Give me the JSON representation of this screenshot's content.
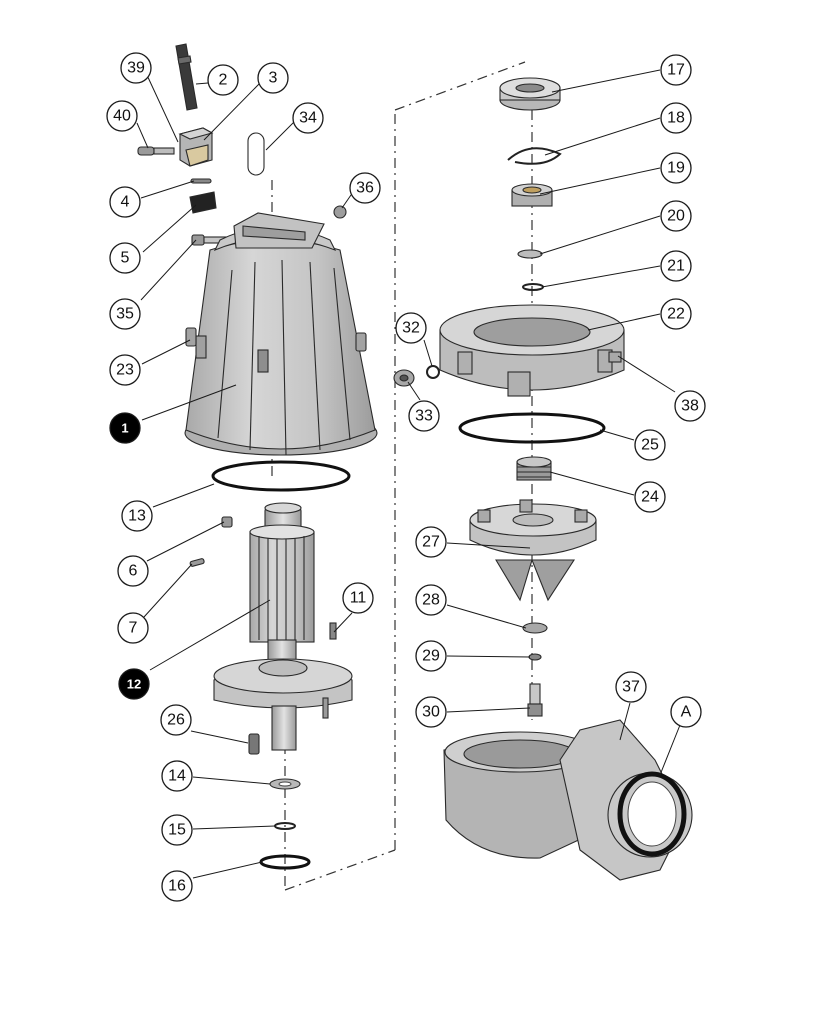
{
  "diagram": {
    "type": "exploded-parts-view",
    "colors": {
      "part_light": "#d4d4d4",
      "part_mid": "#b8b8b8",
      "part_dark": "#8a8a8a",
      "outline": "#2a2a2a",
      "callout_dark_fill": "#000000"
    },
    "callouts": [
      {
        "id": "c39",
        "label": "39",
        "style": "light"
      },
      {
        "id": "c2",
        "label": "2",
        "style": "light"
      },
      {
        "id": "c3",
        "label": "3",
        "style": "light"
      },
      {
        "id": "c40",
        "label": "40",
        "style": "light"
      },
      {
        "id": "c34",
        "label": "34",
        "style": "light"
      },
      {
        "id": "c4",
        "label": "4",
        "style": "light"
      },
      {
        "id": "c36",
        "label": "36",
        "style": "light"
      },
      {
        "id": "c5",
        "label": "5",
        "style": "light"
      },
      {
        "id": "c35",
        "label": "35",
        "style": "light"
      },
      {
        "id": "c23",
        "label": "23",
        "style": "light"
      },
      {
        "id": "c1",
        "label": "1",
        "style": "dark"
      },
      {
        "id": "c13",
        "label": "13",
        "style": "light"
      },
      {
        "id": "c6",
        "label": "6",
        "style": "light"
      },
      {
        "id": "c7",
        "label": "7",
        "style": "light"
      },
      {
        "id": "c11",
        "label": "11",
        "style": "light"
      },
      {
        "id": "c12",
        "label": "12",
        "style": "dark"
      },
      {
        "id": "c26",
        "label": "26",
        "style": "light"
      },
      {
        "id": "c14",
        "label": "14",
        "style": "light"
      },
      {
        "id": "c15",
        "label": "15",
        "style": "light"
      },
      {
        "id": "c16",
        "label": "16",
        "style": "light"
      },
      {
        "id": "c17",
        "label": "17",
        "style": "light"
      },
      {
        "id": "c18",
        "label": "18",
        "style": "light"
      },
      {
        "id": "c19",
        "label": "19",
        "style": "light"
      },
      {
        "id": "c20",
        "label": "20",
        "style": "light"
      },
      {
        "id": "c21",
        "label": "21",
        "style": "light"
      },
      {
        "id": "c32",
        "label": "32",
        "style": "light"
      },
      {
        "id": "c22",
        "label": "22",
        "style": "light"
      },
      {
        "id": "c33",
        "label": "33",
        "style": "light"
      },
      {
        "id": "c38",
        "label": "38",
        "style": "light"
      },
      {
        "id": "c25",
        "label": "25",
        "style": "light"
      },
      {
        "id": "c24",
        "label": "24",
        "style": "light"
      },
      {
        "id": "c27",
        "label": "27",
        "style": "light"
      },
      {
        "id": "c28",
        "label": "28",
        "style": "light"
      },
      {
        "id": "c29",
        "label": "29",
        "style": "light"
      },
      {
        "id": "c30",
        "label": "30",
        "style": "light"
      },
      {
        "id": "c37",
        "label": "37",
        "style": "light"
      },
      {
        "id": "cA",
        "label": "A",
        "style": "light"
      }
    ]
  }
}
